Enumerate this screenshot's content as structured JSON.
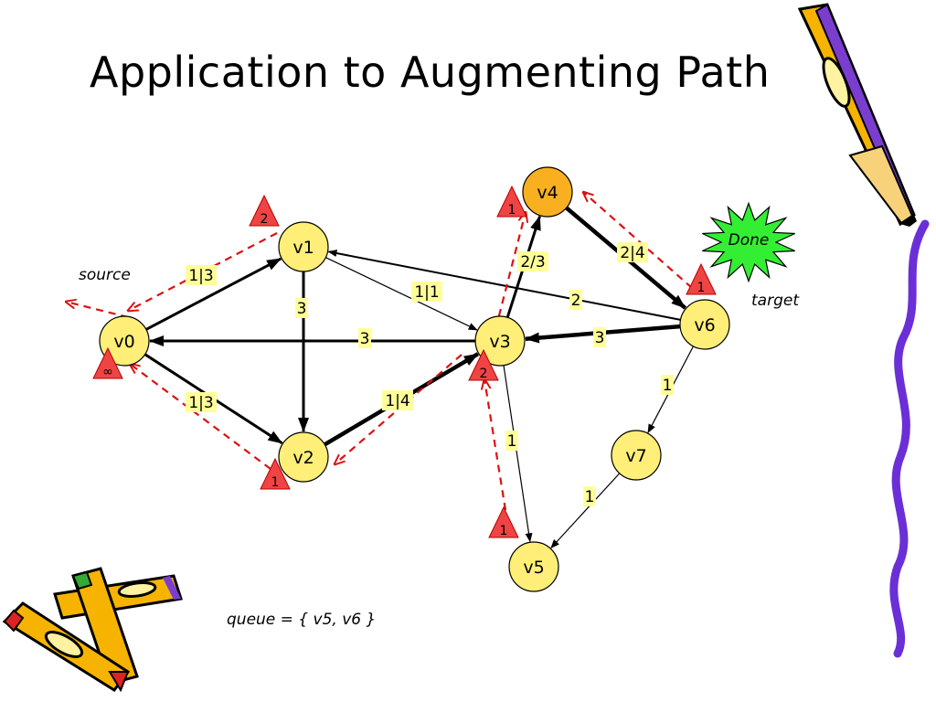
{
  "slide": {
    "title": "Application to Augmenting Path",
    "queue_text": "queue = { v5, v6 }",
    "source_label": "source",
    "target_label": "target",
    "done_label": "Done"
  },
  "colors": {
    "node_fill": "#ffee77",
    "node_highlight_fill": "#f8b020",
    "triangle_fill": "#ee4444",
    "label_bg": "#ffff99",
    "dashed_path": "#dd1111",
    "done_star": "#33ee33"
  },
  "nodes": [
    {
      "id": "v0",
      "label": "v0",
      "highlight": false
    },
    {
      "id": "v1",
      "label": "v1",
      "highlight": false
    },
    {
      "id": "v2",
      "label": "v2",
      "highlight": false
    },
    {
      "id": "v3",
      "label": "v3",
      "highlight": false
    },
    {
      "id": "v4",
      "label": "v4",
      "highlight": true
    },
    {
      "id": "v5",
      "label": "v5",
      "highlight": false
    },
    {
      "id": "v6",
      "label": "v6",
      "highlight": false
    },
    {
      "id": "v7",
      "label": "v7",
      "highlight": false
    }
  ],
  "edges": [
    {
      "from": "v0",
      "to": "v1",
      "label": "1|3",
      "weight": "thick"
    },
    {
      "from": "v0",
      "to": "v2",
      "label": "1|3",
      "weight": "thick"
    },
    {
      "from": "v1",
      "to": "v2",
      "label": "3",
      "weight": "thick"
    },
    {
      "from": "v1",
      "to": "v3",
      "label": "1|1",
      "weight": "thin"
    },
    {
      "from": "v2",
      "to": "v3",
      "label": "1|4",
      "weight": "heavy"
    },
    {
      "from": "v3",
      "to": "v0",
      "label": "3",
      "weight": "thick"
    },
    {
      "from": "v3",
      "to": "v4",
      "label": "2/3",
      "weight": "thick"
    },
    {
      "from": "v4",
      "to": "v6",
      "label": "2|4",
      "weight": "heavy"
    },
    {
      "from": "v6",
      "to": "v1",
      "label": "2",
      "weight": "medium"
    },
    {
      "from": "v6",
      "to": "v3",
      "label": "3",
      "weight": "heavy"
    },
    {
      "from": "v6",
      "to": "v7",
      "label": "1",
      "weight": "thin"
    },
    {
      "from": "v7",
      "to": "v5",
      "label": "1",
      "weight": "thin"
    },
    {
      "from": "v3",
      "to": "v5",
      "label": "1",
      "weight": "thin"
    }
  ],
  "triangles": [
    {
      "node": "v1",
      "label": "2"
    },
    {
      "node": "v0",
      "label": "∞"
    },
    {
      "node": "v2",
      "label": "1"
    },
    {
      "node": "v3",
      "label": "2"
    },
    {
      "node": "v4",
      "label": "1"
    },
    {
      "node": "v6",
      "label": "1"
    },
    {
      "node": "v5",
      "label": "1"
    }
  ]
}
